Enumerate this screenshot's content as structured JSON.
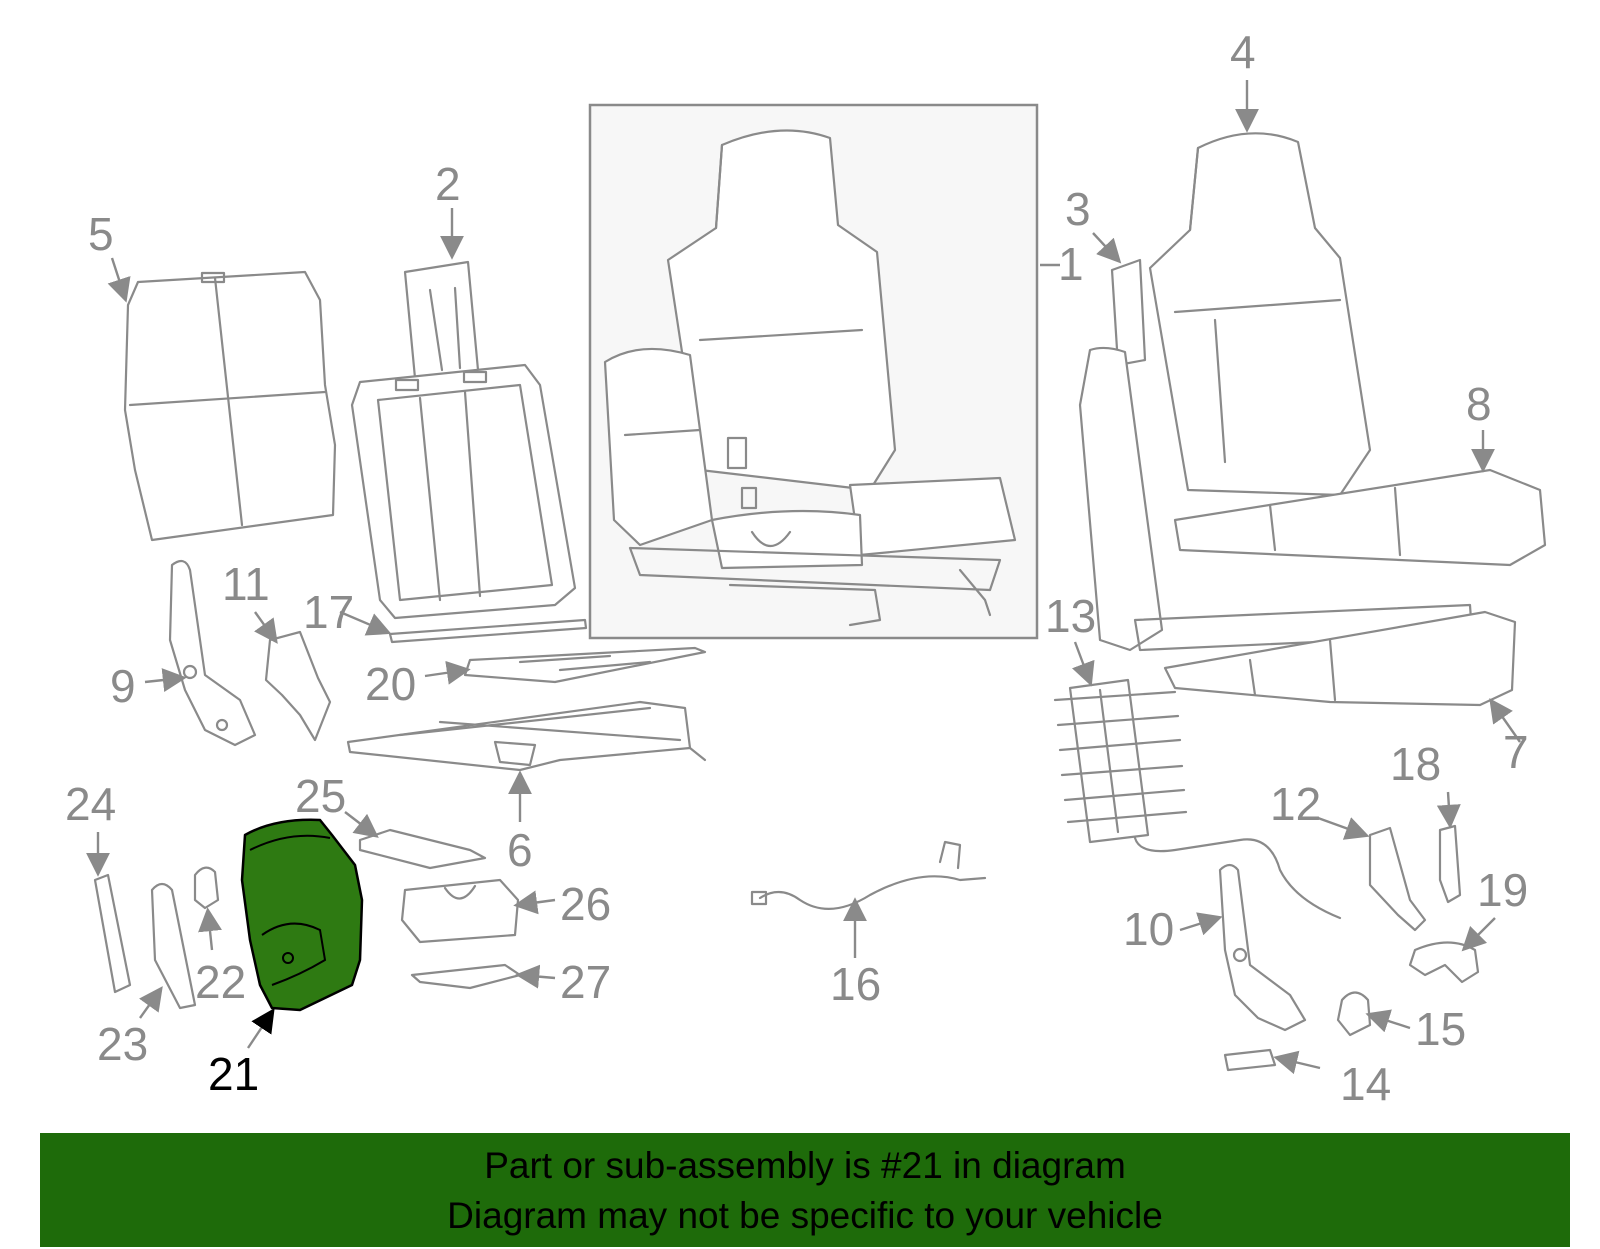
{
  "colors": {
    "highlight": "#2e7a12",
    "banner": "#1e6b0a",
    "line": "#8a8a8a"
  },
  "highlighted_part": "21",
  "callouts": {
    "c1": "1",
    "c2": "2",
    "c3": "3",
    "c4": "4",
    "c5": "5",
    "c6": "6",
    "c7": "7",
    "c8": "8",
    "c9": "9",
    "c10": "10",
    "c11": "11",
    "c12": "12",
    "c13": "13",
    "c14": "14",
    "c15": "15",
    "c16": "16",
    "c17": "17",
    "c18": "18",
    "c19": "19",
    "c20": "20",
    "c21": "21",
    "c22": "22",
    "c23": "23",
    "c24": "24",
    "c25": "25",
    "c26": "26",
    "c27": "27"
  },
  "banner": {
    "line1": "Part or sub-assembly is #21 in diagram",
    "line2": "Diagram may not be specific to your vehicle"
  }
}
